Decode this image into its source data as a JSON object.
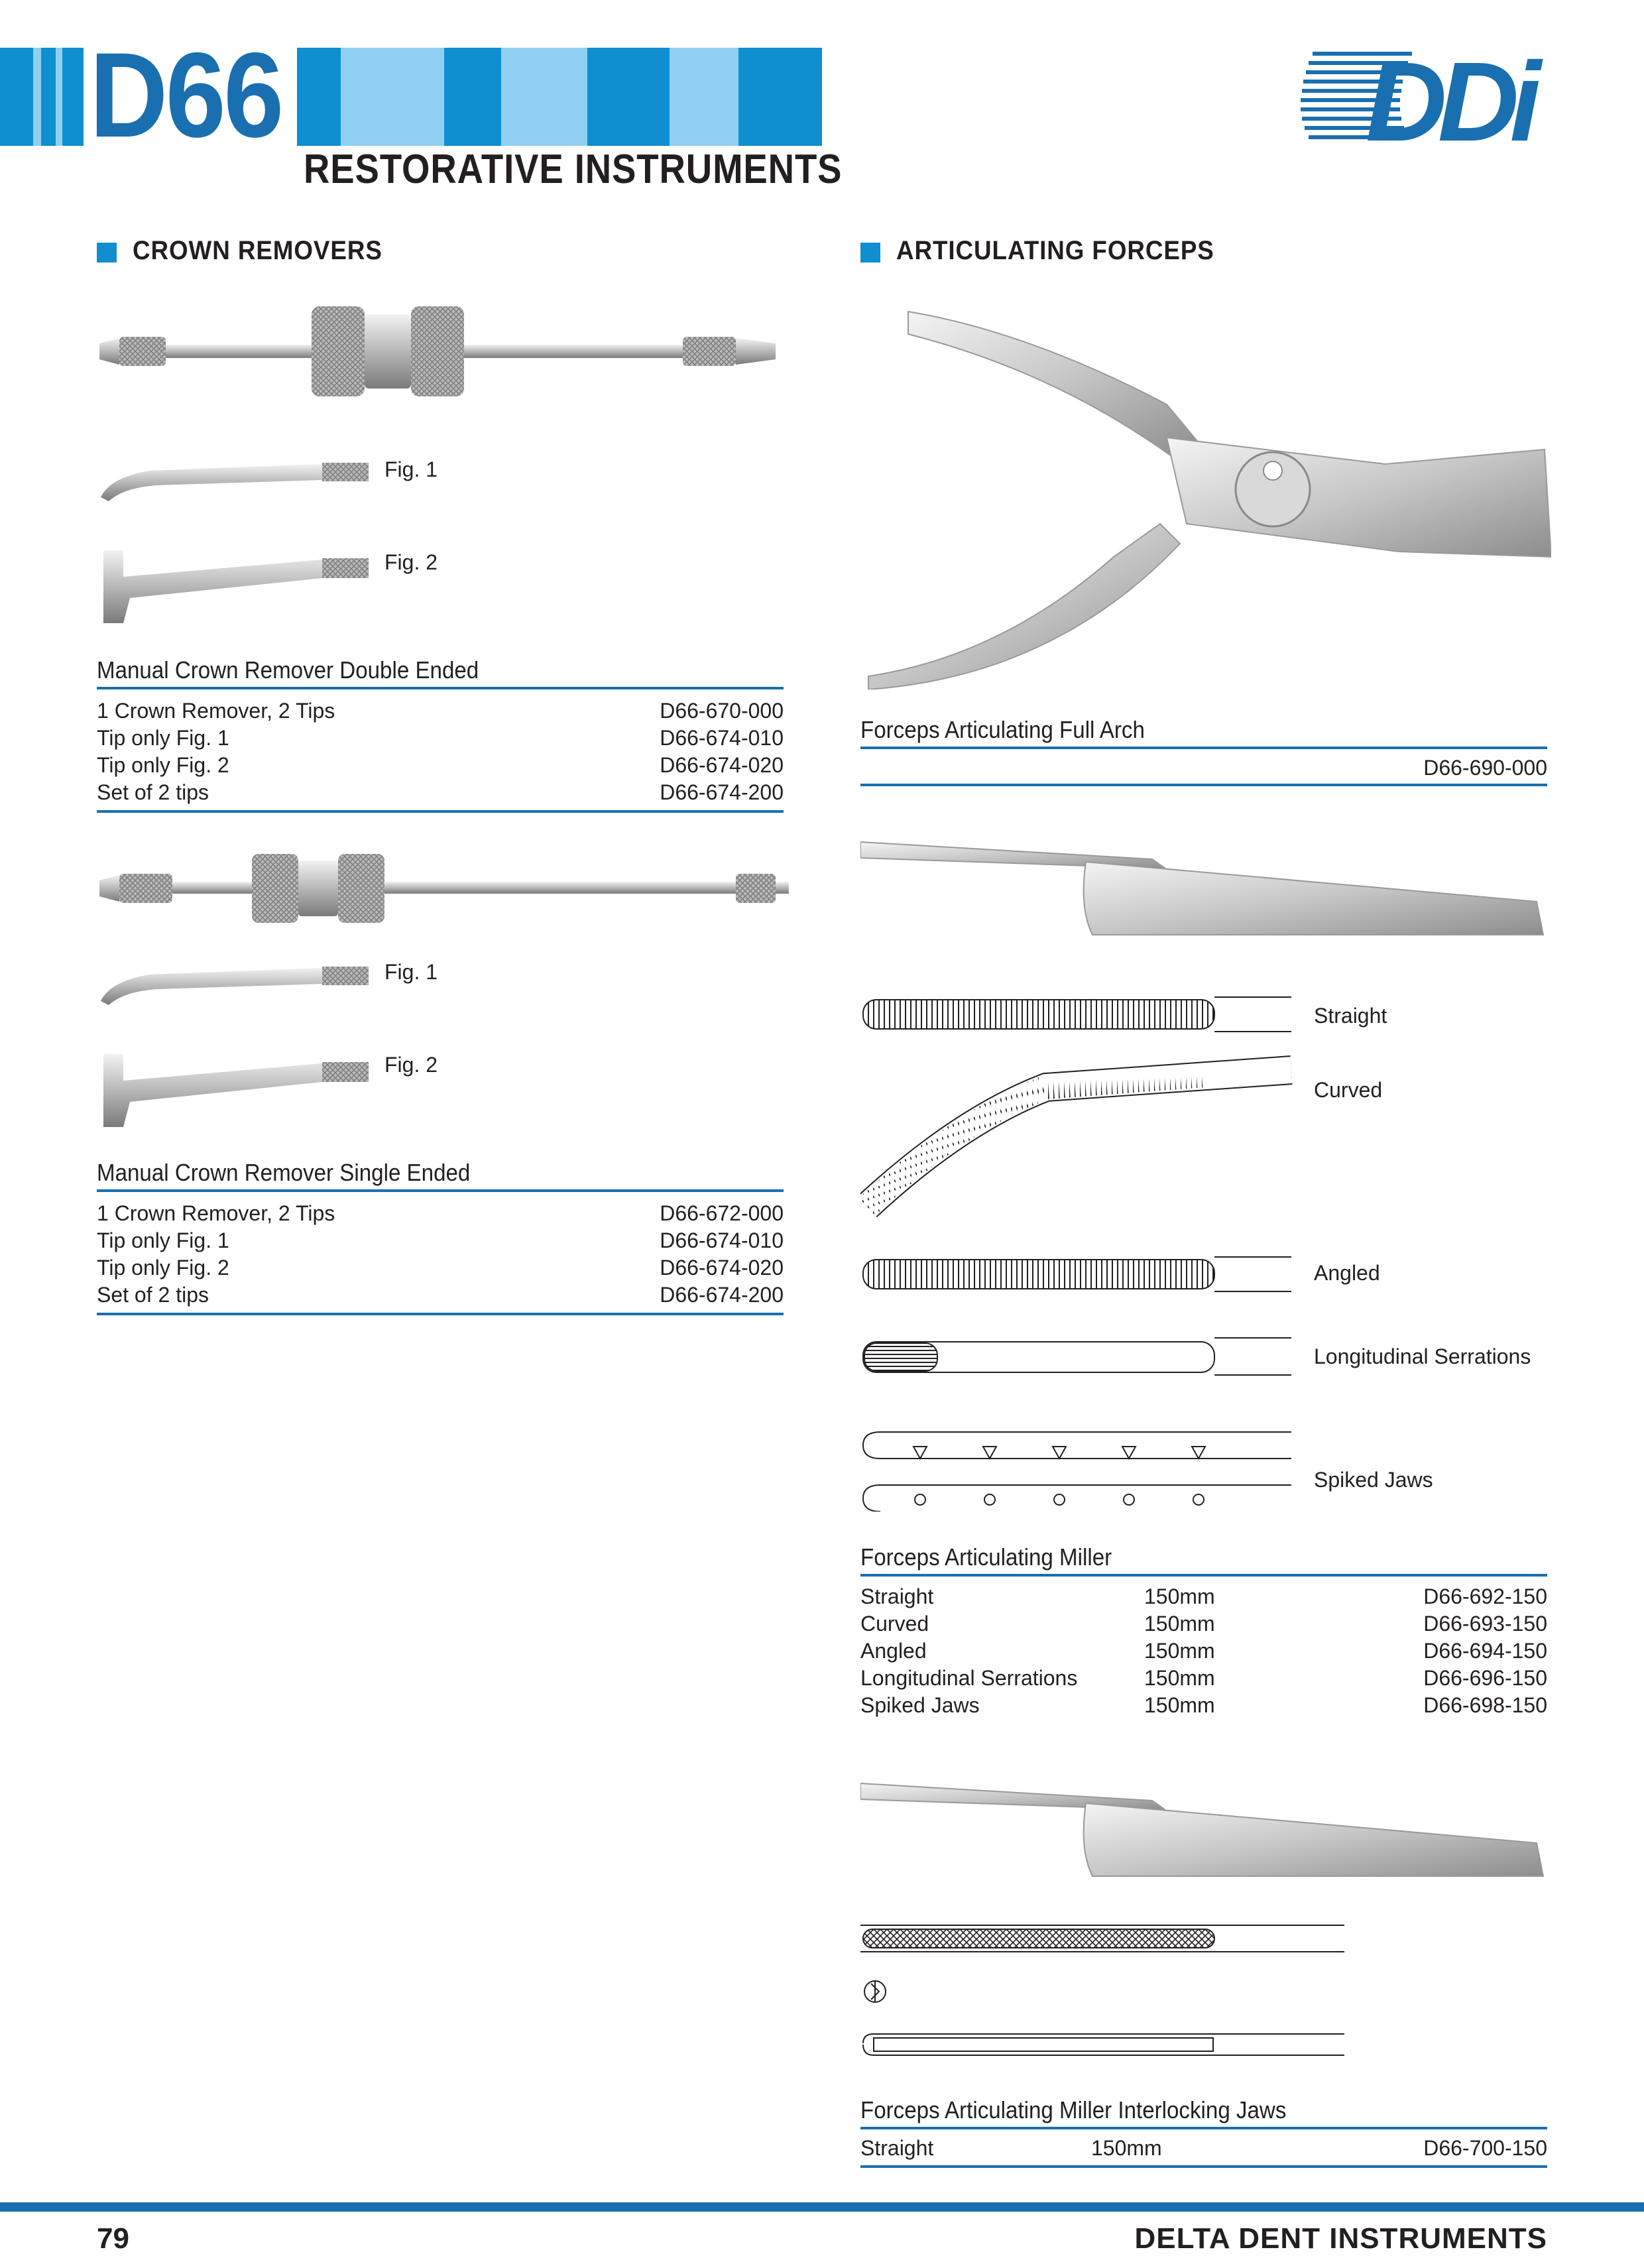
{
  "header": {
    "code": "D66",
    "subtitle": "RESTORATIVE INSTRUMENTS",
    "logo_text": "DDi",
    "accent": "#0f8fd0",
    "accent_light": "#8fd0f2",
    "accent_dark": "#1a6fb0"
  },
  "left": {
    "section_title": "CROWN REMOVERS",
    "product1": {
      "fig1": "Fig. 1",
      "fig2": "Fig. 2",
      "title": "Manual Crown Remover Double Ended",
      "rows": [
        {
          "name": "1 Crown Remover, 2 Tips",
          "code": "D66-670-000"
        },
        {
          "name": "Tip only Fig. 1",
          "code": "D66-674-010"
        },
        {
          "name": "Tip only Fig. 2",
          "code": "D66-674-020"
        },
        {
          "name": "Set of 2 tips",
          "code": "D66-674-200"
        }
      ]
    },
    "product2": {
      "fig1": "Fig. 1",
      "fig2": "Fig. 2",
      "title": "Manual Crown Remover Single Ended",
      "rows": [
        {
          "name": "1 Crown Remover, 2 Tips",
          "code": "D66-672-000"
        },
        {
          "name": "Tip only Fig. 1",
          "code": "D66-674-010"
        },
        {
          "name": "Tip only Fig. 2",
          "code": "D66-674-020"
        },
        {
          "name": "Set of 2 tips",
          "code": "D66-674-200"
        }
      ]
    }
  },
  "right": {
    "section_title": "ARTICULATING FORCEPS",
    "full_arch": {
      "title": "Forceps Articulating  Full Arch",
      "code": "D66-690-000"
    },
    "jaw_labels": [
      "Straight",
      "Curved",
      "Angled",
      "Longitudinal Serrations",
      "Spiked Jaws"
    ],
    "miller": {
      "title": "Forceps Articulating Miller",
      "rows": [
        {
          "name": "Straight",
          "size": "150mm",
          "code": "D66-692-150"
        },
        {
          "name": "Curved",
          "size": "150mm",
          "code": "D66-693-150"
        },
        {
          "name": "Angled",
          "size": "150mm",
          "code": "D66-694-150"
        },
        {
          "name": "Longitudinal Serrations",
          "size": "150mm",
          "code": "D66-696-150"
        },
        {
          "name": "Spiked Jaws",
          "size": "150mm",
          "code": "D66-698-150"
        }
      ]
    },
    "interlocking": {
      "title": "Forceps Articulating Miller Interlocking Jaws",
      "rows": [
        {
          "name": "Straight",
          "size": "150mm",
          "code": "D66-700-150"
        }
      ]
    }
  },
  "footer": {
    "page_number": "79",
    "brand": "DELTA DENT INSTRUMENTS"
  }
}
